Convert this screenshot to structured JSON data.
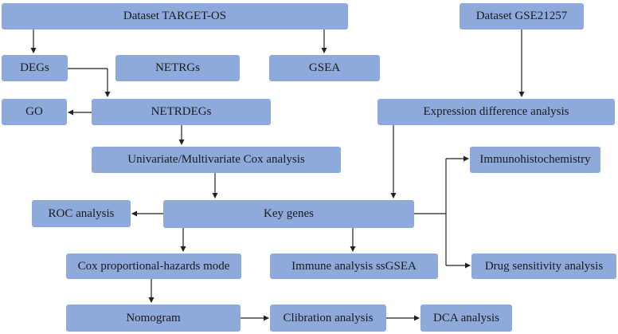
{
  "colors": {
    "node_fill": "#8eaadb",
    "edge": "#222222",
    "background": "#ffffff"
  },
  "nodes": {
    "target_os": "Dataset TARGET-OS",
    "gse21257": "Dataset GSE21257",
    "degs": "DEGs",
    "netrgs": "NETRGs",
    "gsea": "GSEA",
    "go": "GO",
    "netrdegs": "NETRDEGs",
    "expr_diff": "Expression difference analysis",
    "cox_uni_multi": "Univariate/Multivariate Cox analysis",
    "ihc": "Immunohistochemistry",
    "roc": "ROC analysis",
    "key_genes": "Key genes",
    "cox_ph": "Cox proportional-hazards mode",
    "immune": "Immune analysis ssGSEA",
    "drug": "Drug sensitivity analysis",
    "nomogram": "Nomogram",
    "calibration": "Clibration analysis",
    "dca": "DCA analysis"
  }
}
